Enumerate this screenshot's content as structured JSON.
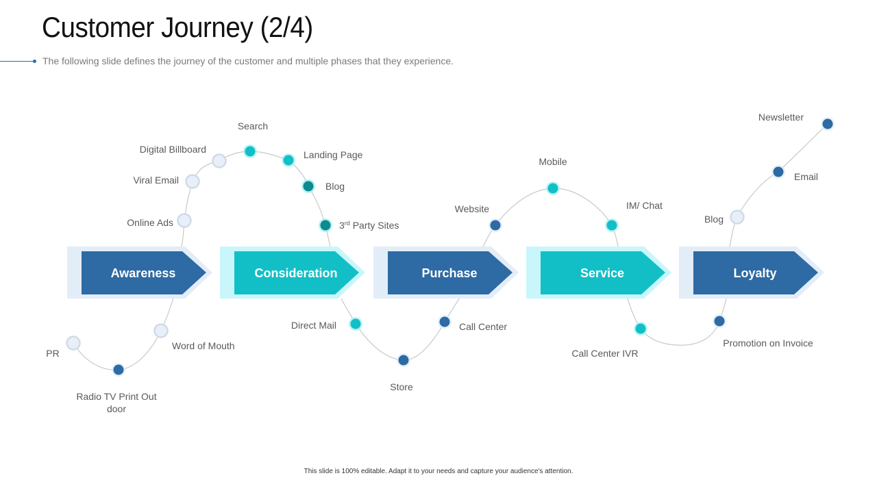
{
  "header": {
    "title": "Customer Journey (2/4)",
    "subtitle": "The following slide defines the journey of the customer and multiple phases that they experience."
  },
  "footer": {
    "text": "This slide is 100% editable.  Adapt it to your needs and capture your audience's attention."
  },
  "colors": {
    "dark_blue": "#2e6aa3",
    "teal": "#12bfc6",
    "dark_teal": "#0e8a8e",
    "light": "#e6eef8",
    "light_blue_frame": "#e3edf8",
    "light_teal_frame": "#c9f6fa"
  },
  "stages": [
    {
      "label": "Awareness",
      "style": "dark_blue"
    },
    {
      "label": "Consideration",
      "style": "teal"
    },
    {
      "label": "Purchase",
      "style": "dark_blue"
    },
    {
      "label": "Service",
      "style": "teal"
    },
    {
      "label": "Loyalty",
      "style": "dark_blue"
    }
  ],
  "touchpoints": [
    {
      "label": "PR",
      "style": "light"
    },
    {
      "label": "Radio TV Print Out\ndoor",
      "style": "dark_blue"
    },
    {
      "label": "Word of Mouth",
      "style": "light"
    },
    {
      "label": "Online Ads",
      "style": "light"
    },
    {
      "label": "Viral Email",
      "style": "light"
    },
    {
      "label": "Digital Billboard",
      "style": "light"
    },
    {
      "label": "Search",
      "style": "teal"
    },
    {
      "label": "Landing Page",
      "style": "teal"
    },
    {
      "label": "Blog",
      "style": "dark_teal"
    },
    {
      "label": "3rd Party Sites",
      "style": "dark_teal"
    },
    {
      "label": "Direct Mail",
      "style": "teal"
    },
    {
      "label": "Store",
      "style": "dark_blue"
    },
    {
      "label": "Call Center",
      "style": "dark_blue"
    },
    {
      "label": "Website",
      "style": "dark_blue"
    },
    {
      "label": "Mobile",
      "style": "teal"
    },
    {
      "label": "IM/ Chat",
      "style": "teal"
    },
    {
      "label": "Call Center IVR",
      "style": "teal"
    },
    {
      "label": "Promotion on Invoice",
      "style": "dark_blue"
    },
    {
      "label": "Blog",
      "style": "light"
    },
    {
      "label": "Email",
      "style": "dark_blue"
    },
    {
      "label": "Newsletter",
      "style": "dark_blue"
    }
  ]
}
